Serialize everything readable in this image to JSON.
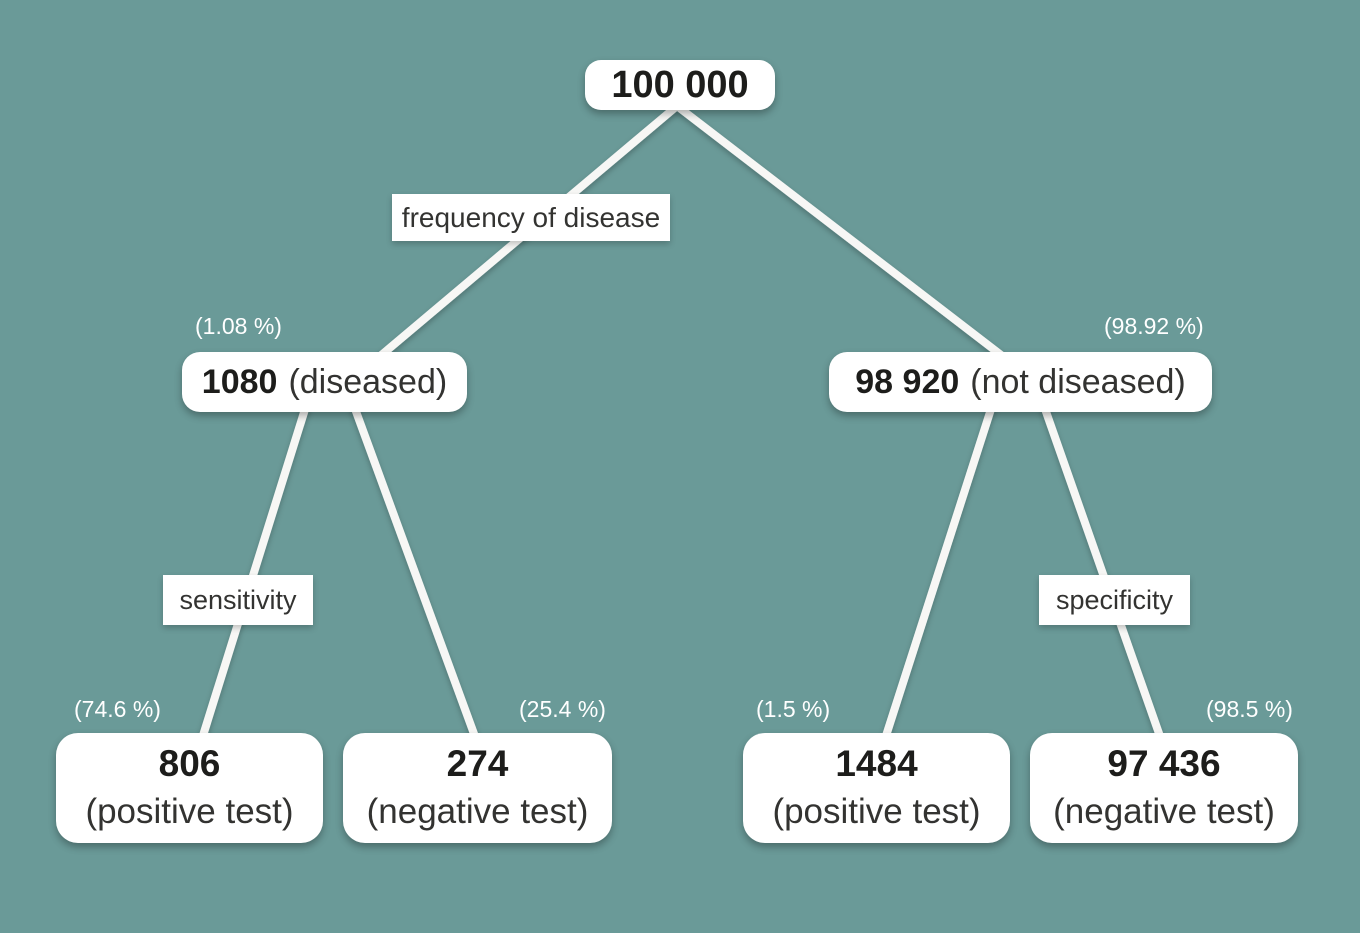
{
  "colors": {
    "background": "#6a9a98",
    "node_bg": "#ffffff",
    "edge": "#f7f7f5",
    "text_dark": "#1d1d1b",
    "text_muted": "#333331",
    "text_light": "#ffffff"
  },
  "tree": {
    "root": {
      "value": "100 000"
    },
    "branch_labels": {
      "root": "frequency of disease",
      "diseased": "sensitivity",
      "not_diseased": "specificity"
    },
    "level1": [
      {
        "percent": "(1.08 %)",
        "value": "1080",
        "label": "(diseased)"
      },
      {
        "percent": "(98.92 %)",
        "value": "98 920",
        "label": "(not diseased)"
      }
    ],
    "level2": [
      {
        "percent": "(74.6 %)",
        "value": "806",
        "label": "(positive test)"
      },
      {
        "percent": "(25.4 %)",
        "value": "274",
        "label": "(negative test)"
      },
      {
        "percent": "(1.5 %)",
        "value": "1484",
        "label": "(positive test)"
      },
      {
        "percent": "(98.5 %)",
        "value": "97 436",
        "label": "(negative test)"
      }
    ]
  }
}
